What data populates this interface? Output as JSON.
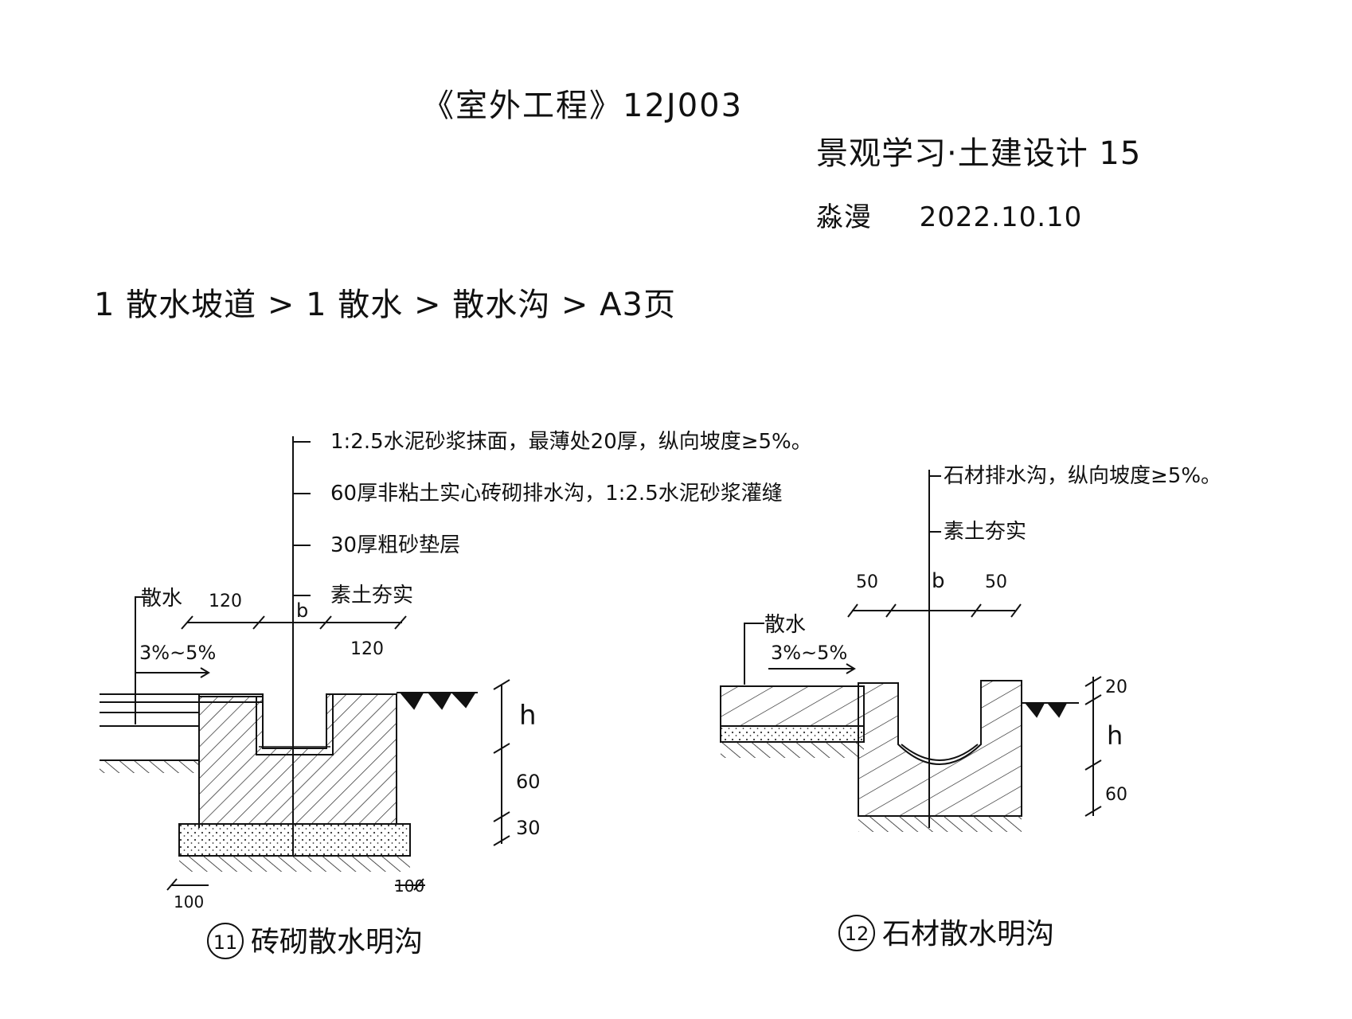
{
  "header": {
    "title": "《室外工程》12J003",
    "series": "景观学习·土建设计   15",
    "author": "淼漫",
    "date": "2022.10.10"
  },
  "breadcrumb": "1 散水坡道  >  1 散水  >  散水沟  >  A3页",
  "detail11": {
    "caption_number": "11",
    "caption": "砖砌散水明沟",
    "layers": [
      "1:2.5水泥砂浆抹面，最薄处20厚，纵向坡度≥5%。",
      "60厚非粘土实心砖砌排水沟，1:2.5水泥砂浆灌缝",
      "30厚粗砂垫层",
      "素土夯实"
    ],
    "sanshui_label": "散水",
    "slope_label": "3%~5%",
    "dim_left": "120",
    "dim_mid": "b",
    "dim_right": "120",
    "dim_h": "h",
    "dim_60": "60",
    "dim_30": "30",
    "dim_100_left": "100",
    "dim_100_right": "100"
  },
  "detail12": {
    "caption_number": "12",
    "caption": "石材散水明沟",
    "layers": [
      "石材排水沟，纵向坡度≥5%。",
      "素土夯实"
    ],
    "sanshui_label": "散水",
    "slope_label": "3%~5%",
    "dim_left": "50",
    "dim_mid": "b",
    "dim_right": "50",
    "dim_20": "20",
    "dim_h": "h",
    "dim_60": "60"
  }
}
